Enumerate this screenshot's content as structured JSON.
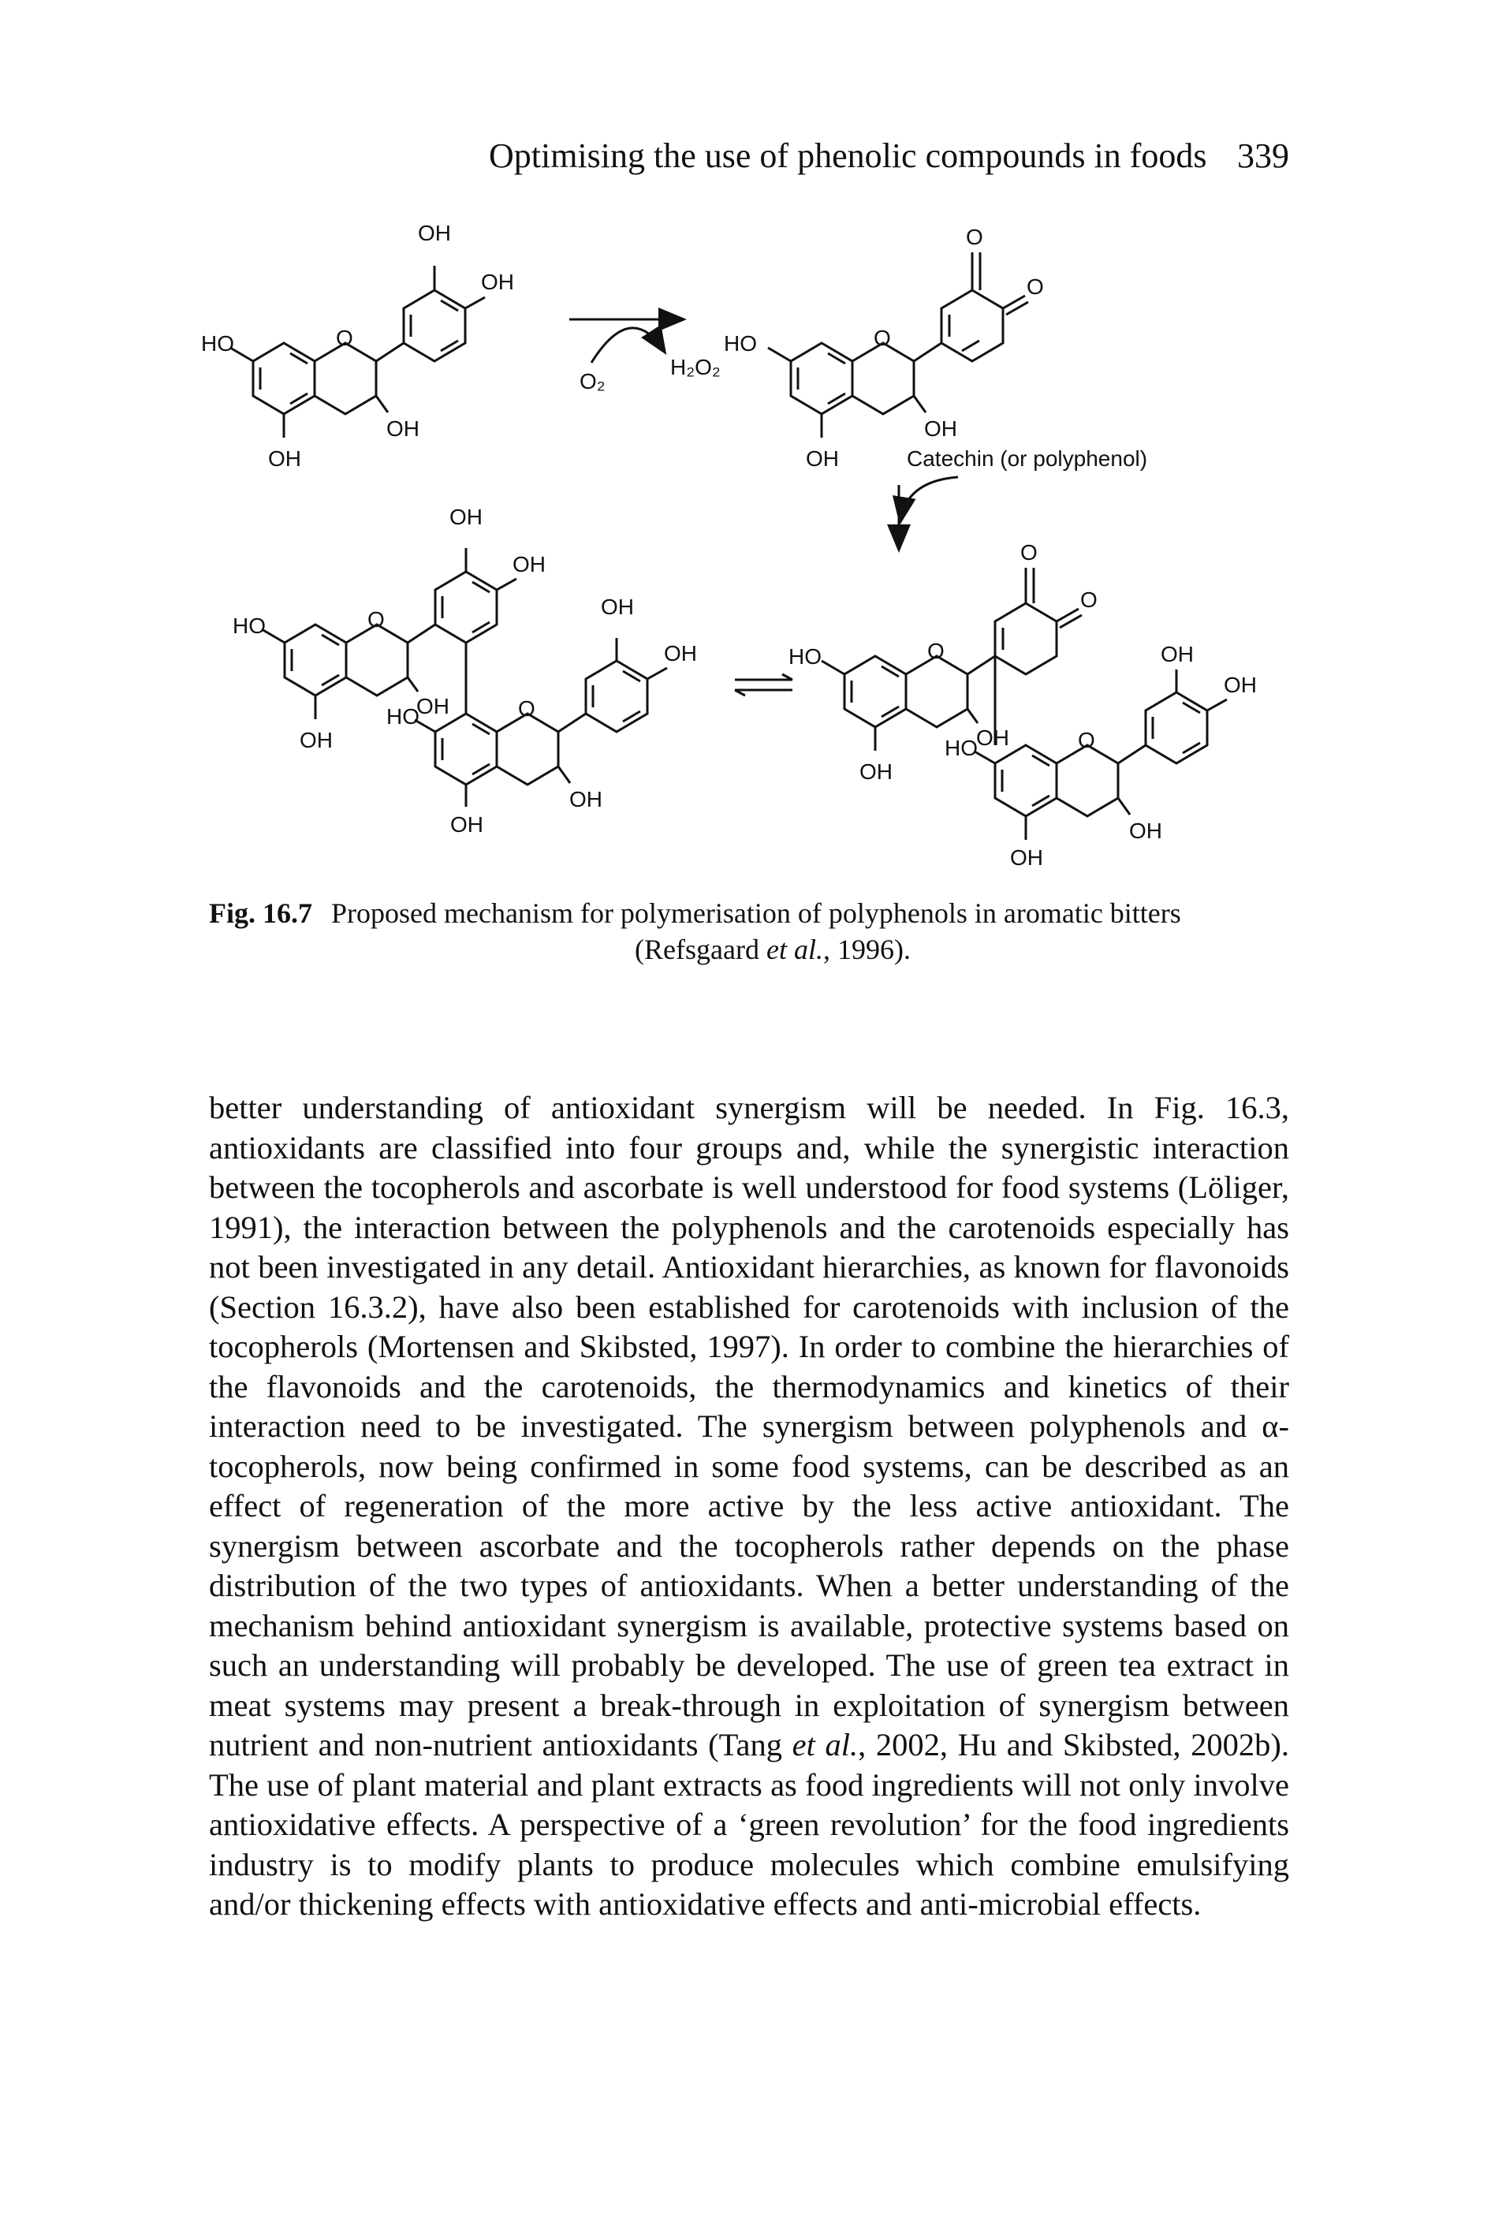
{
  "header": {
    "title": "Optimising the use of phenolic compounds in foods",
    "page_number": "339"
  },
  "figure": {
    "labels": {
      "oh": "OH",
      "ho": "HO",
      "o": "O",
      "o2": "O₂",
      "h2o2": "H₂O₂",
      "catechin": "Catechin (or polyphenol)"
    }
  },
  "caption": {
    "label": "Fig. 16.7",
    "line1": "Proposed mechanism for polymerisation of polyphenols in aromatic bitters",
    "line2_pre": "(Refsgaard ",
    "line2_italic": "et al.",
    "line2_post": ", 1996)."
  },
  "body": {
    "p1": "better understanding of antioxidant synergism will be needed. In Fig. 16.3, antioxidants are classified into four groups and, while the synergistic interaction between the tocopherols and ascorbate is well understood for food systems (Löliger, 1991), the interaction between the polyphenols and the carotenoids especially has not been investigated in any detail. Antioxidant hierarchies, as known for flavonoids (Section 16.3.2), have also been established for carotenoids with inclusion of the tocopherols (Mortensen and Skibsted, 1997). In order to combine the hierarchies of the flavonoids and the carotenoids, the thermodynamics and kinetics of their interaction need to be investigated. The synergism between polyphenols and α-tocopherols, now being confirmed in some food systems, can be described as an effect of regeneration of the more active by the less active antioxidant. The synergism between ascorbate and the tocopherols rather depends on the phase distribution of the two types of antioxidants. When a better understanding of the mechanism behind antioxidant synergism is available, protective systems based on such an understanding will probably be developed. The use of green tea extract in meat systems may present a break-through in exploitation of synergism between nutrient and non-nutrient antioxidants (Tang ",
    "p1_italic": "et al.",
    "p1_cont": ", 2002, Hu and Skibsted, 2002b). The use of plant material and plant extracts as food ingredients will not only involve antioxidative effects. A perspective of a ‘green revolution’ for the food ingredients industry is to modify plants to produce molecules which combine emulsifying and/or thickening effects with antioxidative effects and anti-microbial effects."
  }
}
